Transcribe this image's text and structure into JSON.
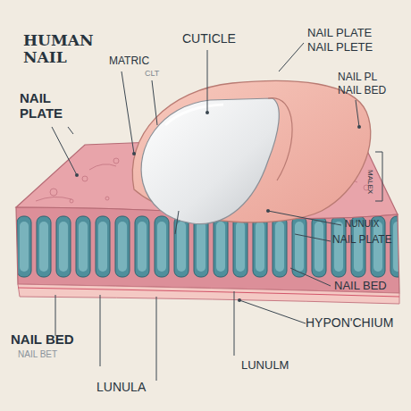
{
  "diagram": {
    "title": "HUMAN NAIL",
    "labels": [
      "MATRIC",
      "CUTICLE",
      "CLT",
      "NAIL PLATE",
      "NAIL PLETE",
      "NAIL PLATE",
      "NAIL PL",
      "NAIL BED",
      "MALEX",
      "NUNUIX",
      "NAIL PLATE",
      "NAIL BED",
      "HYPON'CHIUM",
      "LUNULM",
      "NAIL BED",
      "NAIL BET",
      "LUNULA"
    ]
  }
}
